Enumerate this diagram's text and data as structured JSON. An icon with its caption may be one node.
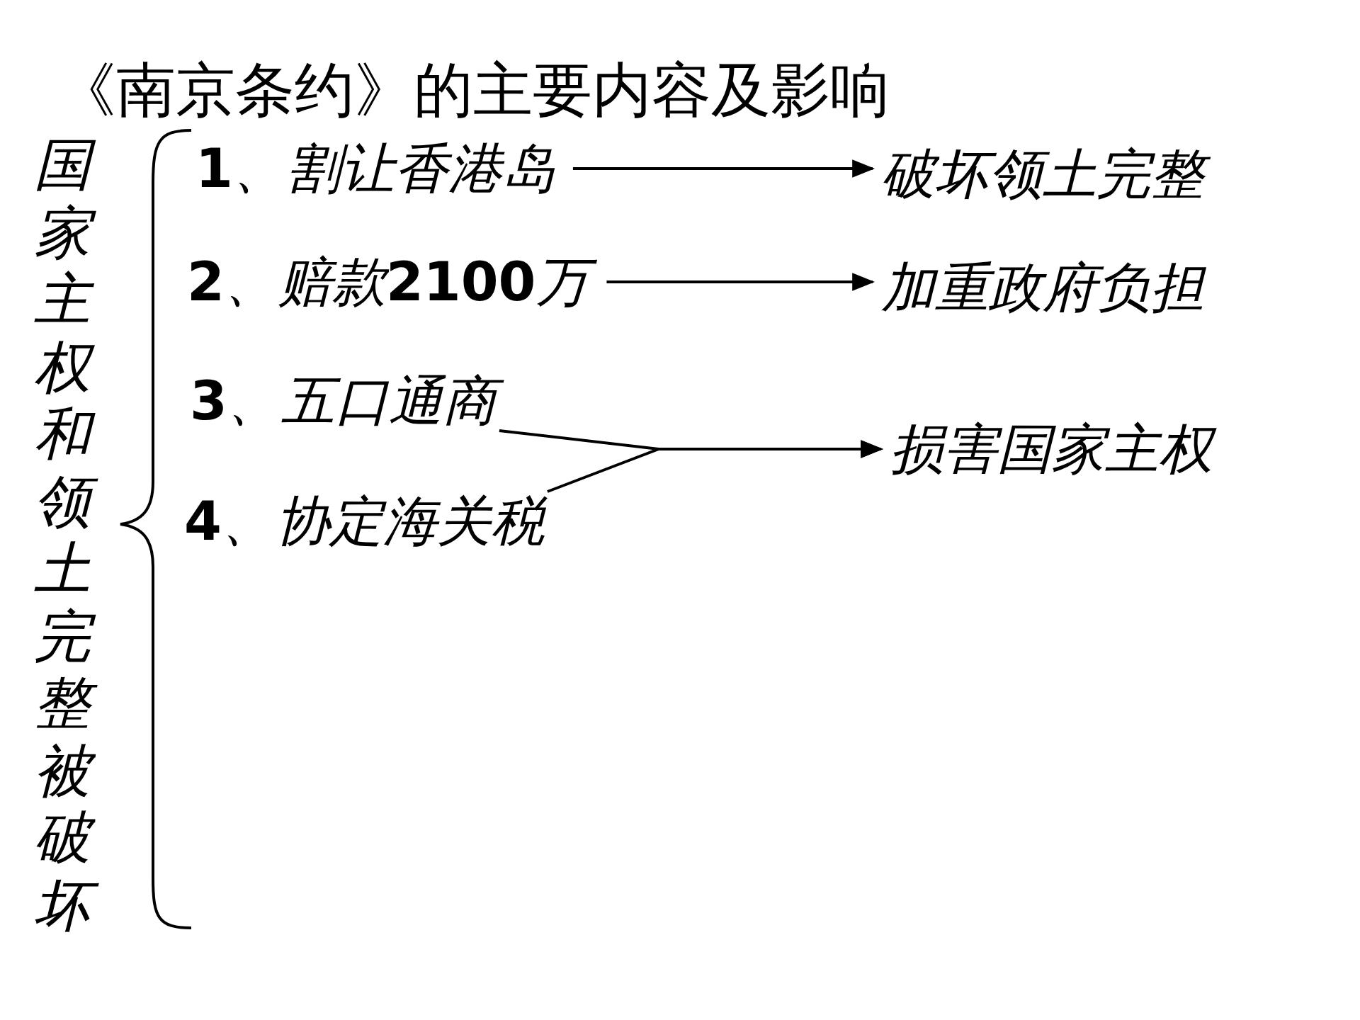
{
  "diagram": {
    "title": "《南京条约》的主要内容及影响",
    "nodes": [
      {
        "text": [
          "**1**、割让香港岛"
        ]
      },
      {
        "text": [
          "破坏领土完整"
        ]
      },
      {
        "text": [
          "**2**、赔款**2100**万"
        ]
      },
      {
        "text": [
          "加重政府负担"
        ]
      },
      {
        "text": [
          "**3**、五口通商"
        ]
      },
      {
        "text": [
          "**4**、协定海关税"
        ]
      },
      {
        "text": [
          "损害国家主权"
        ]
      }
    ],
    "edges": [
      {
        "from": 0,
        "to": 1,
        "arrow": "to"
      },
      {
        "from": 2,
        "to": 3,
        "arrow": "to"
      },
      {
        "from": 4,
        "to": 6,
        "arrow": "to"
      },
      {
        "from": 5,
        "to": 6,
        "arrow": "to"
      }
    ],
    "labels": [
      "国家主权和领土完整被破坏"
    ]
  }
}
